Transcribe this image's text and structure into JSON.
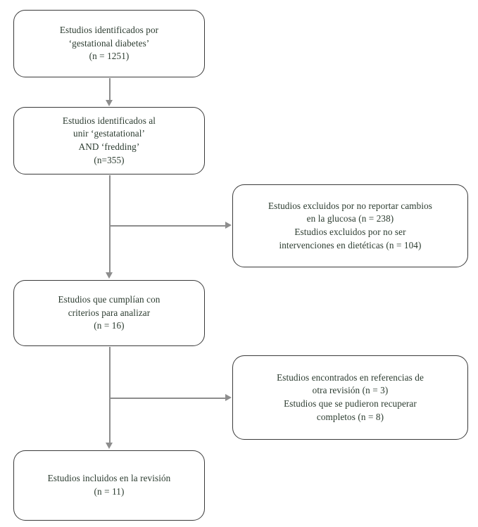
{
  "diagram": {
    "type": "prisma-flowchart",
    "language": "es",
    "background_color": "#ffffff",
    "text_color": "#2b3b2f",
    "box_border_color": "#3a3a3a",
    "connector_color": "#8d8d8d",
    "nodes": {
      "identified": {
        "name": "estudios-identificados",
        "text": "Estudios identificados por\n‘gestational diabetes’\n(n = 1251)",
        "count_label": "(n = 1251)",
        "count": 1251
      },
      "combined": {
        "name": "estudios-identificados-combinados",
        "text": "Estudios identificados al\nunir ‘gestatational’\nAND ‘fredding’\n(n=355)",
        "count_label": "(n=355)",
        "count": 355
      },
      "excluded": {
        "name": "estudios-excluidos",
        "text": "Estudios excluidos por no reportar cambios\nen la glucosa (n = 238)\nEstudios excluidos por no ser\nintervenciones en dietéticas (n = 104)",
        "count_glucosa": 238,
        "count_dieteticas": 104
      },
      "criteria": {
        "name": "estudios-criterios",
        "text": "Estudios que cumplían con\ncriterios para analizar\n(n = 16)",
        "count_label": "(n = 16)",
        "count": 16
      },
      "extra_refs": {
        "name": "estudios-referencias",
        "text": "Estudios encontrados en referencias de\notra revisión (n = 3)\nEstudios que se pudieron recuperar\ncompletos (n = 8)",
        "count_referencias": 3,
        "count_completos": 8
      },
      "included": {
        "name": "estudios-incluidos",
        "text": "Estudios incluidos en la revisión\n(n = 11)",
        "count_label": "(n = 11)",
        "count": 11
      }
    }
  }
}
